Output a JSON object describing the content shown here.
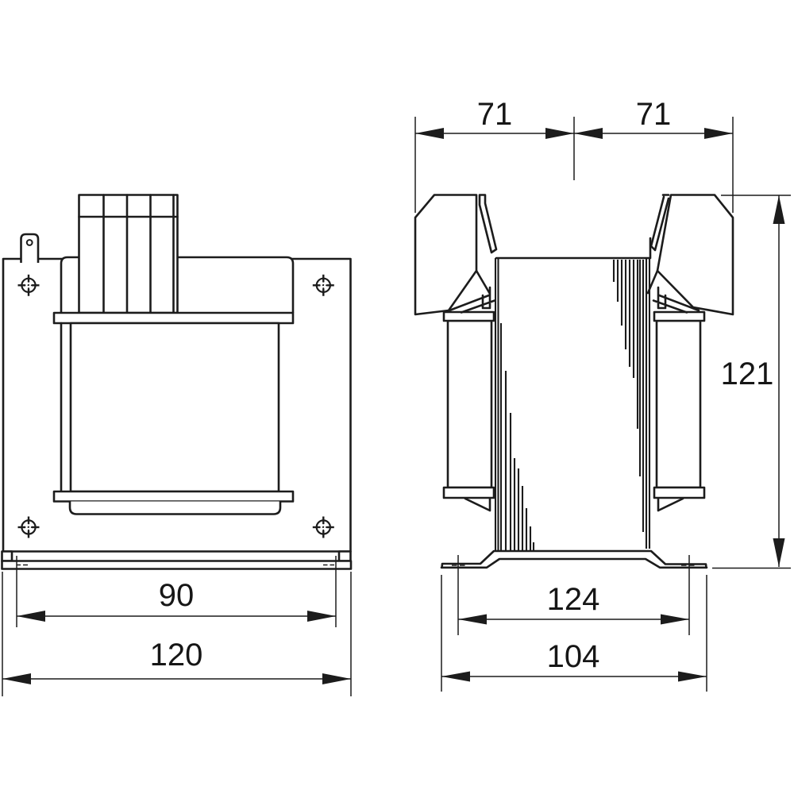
{
  "drawing": {
    "background": "#ffffff",
    "line_color": "#1c1c1c",
    "dimensions": {
      "front_hole_spacing": {
        "value": "90"
      },
      "front_overall_width": {
        "value": "120"
      },
      "side_left_half": {
        "value": "71"
      },
      "side_right_half": {
        "value": "71"
      },
      "overall_height": {
        "value": "121"
      },
      "foot_slot_spacing": {
        "value": "124"
      },
      "base_depth": {
        "value": "104"
      }
    }
  }
}
